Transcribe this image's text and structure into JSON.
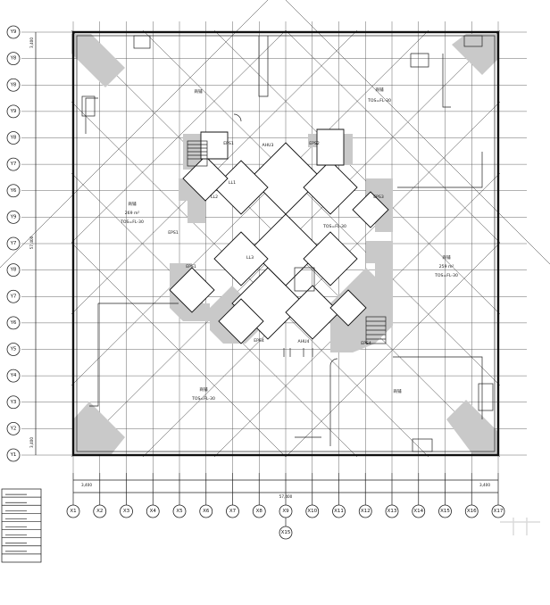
{
  "drawing": {
    "row_axes": [
      "Y9",
      "Y8",
      "Y8",
      "Y9",
      "Y8",
      "Y7",
      "Y6",
      "Y9",
      "Y7",
      "Y8",
      "Y7",
      "Y6",
      "Y5",
      "Y4",
      "Y3",
      "Y2",
      "Y1"
    ],
    "column_axes": [
      "X1",
      "X2",
      "X3",
      "X4",
      "X5",
      "X6",
      "X7",
      "X8",
      "X9",
      "X10",
      "X11",
      "X12",
      "X13",
      "X14",
      "X15",
      "X16",
      "X17"
    ],
    "sub_axis": "X15",
    "dims": {
      "left_top": "3,400",
      "left_mid": "57,400",
      "left_bottom": "3,400",
      "bottom_left": "3,400",
      "bottom_total": "57,400",
      "bottom_right": "3,400"
    },
    "room_labels": {
      "top_left": "商铺",
      "top_right_name": "商铺",
      "top_right_level": "TOS=FL-30",
      "left_name": "商铺",
      "left_area": "269 m²",
      "left_level": "TOS=FL-30",
      "center_level": "TOS=FL-30",
      "right_name": "商铺",
      "right_area": "259 m²",
      "right_level": "TOS=FL-30",
      "bottom_name": "商铺",
      "bottom_level": "TOS=FL-30",
      "bottom_right": "商铺",
      "ahu_top": "AHU3",
      "ahu_bottom": "AHU4",
      "eps_top_left": "EPS1",
      "eps_top_right": "EPS2",
      "eps_right": "EPS3",
      "eps_left": "EPS1",
      "eps_left_low": "EPS1",
      "eps_bottom_left": "EPS4",
      "eps_bottom_right": "EPS4",
      "lift_a": "LL1",
      "lift_b": "LL2",
      "lift_c": "LL3"
    },
    "legend_rows": 9
  }
}
